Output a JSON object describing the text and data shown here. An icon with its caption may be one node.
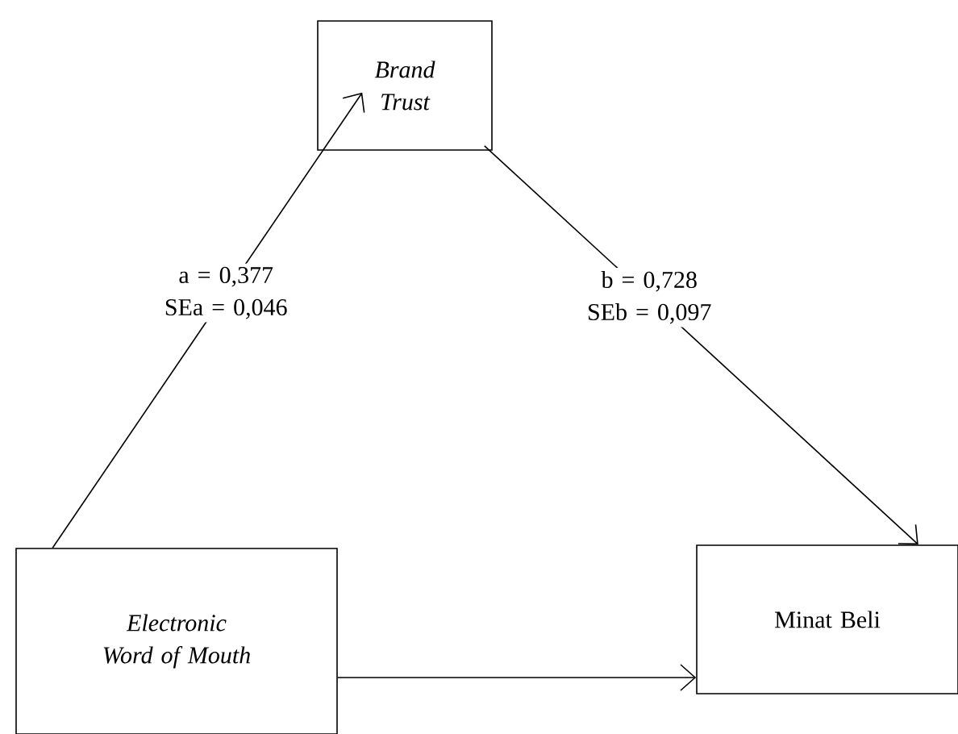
{
  "diagram": {
    "nodes": [
      {
        "text": [
          "Brand Trust"
        ]
      },
      {
        "text": [
          "Electronic Word of Mouth"
        ]
      },
      {
        "text": [
          "Minat Beli"
        ]
      }
    ],
    "edges": [
      {
        "from": 1,
        "to": 0,
        "arrow": "to",
        "label": "a = 0,377 SEa = 0,046"
      },
      {
        "from": 0,
        "to": 2,
        "arrow": "to",
        "label": "b = 0,728 SEb = 0,097"
      },
      {
        "from": 1,
        "to": 2,
        "arrow": "to"
      }
    ]
  }
}
